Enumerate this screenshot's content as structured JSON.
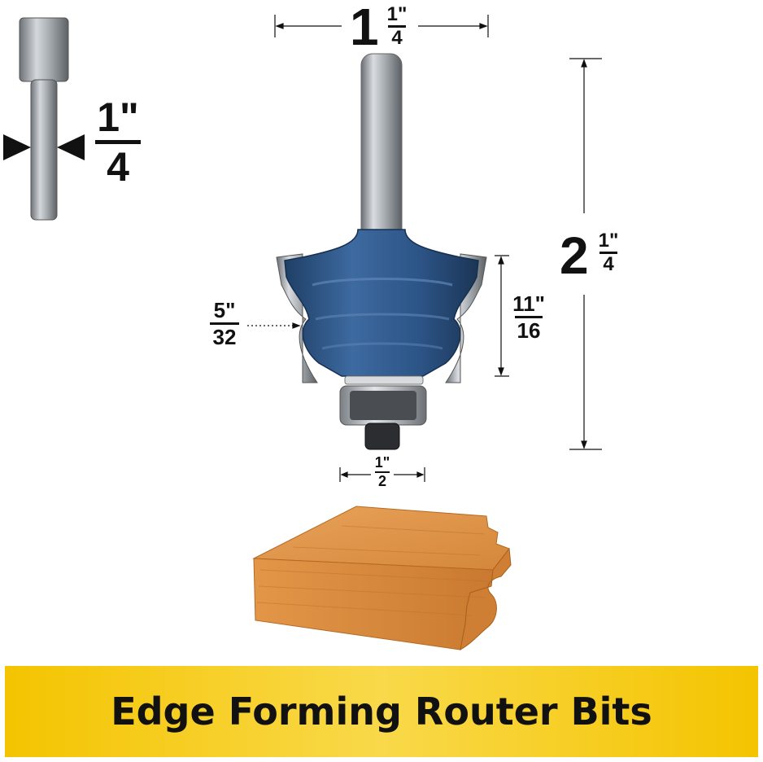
{
  "shank_dim": {
    "whole": "1",
    "quote": "\"",
    "den": "4"
  },
  "diameter_dim": {
    "whole": "1",
    "num": "1",
    "quote": "\"",
    "den": "4"
  },
  "length_dim": {
    "whole": "2",
    "num": "1",
    "quote": "\"",
    "den": "4"
  },
  "cut_height_dim": {
    "num": "11",
    "quote": "\"",
    "den": "16"
  },
  "radius_dim": {
    "num": "5",
    "quote": "\"",
    "den": "32"
  },
  "bearing_dim": {
    "num": "1",
    "quote": "\"",
    "den": "2"
  },
  "banner": {
    "text": "Edge Forming Router Bits"
  },
  "colors": {
    "bit_blue": "#2f5b8c",
    "steel": "#9aa0a6",
    "wood": "#d98a3c",
    "banner_yellow": "#f4c400"
  }
}
